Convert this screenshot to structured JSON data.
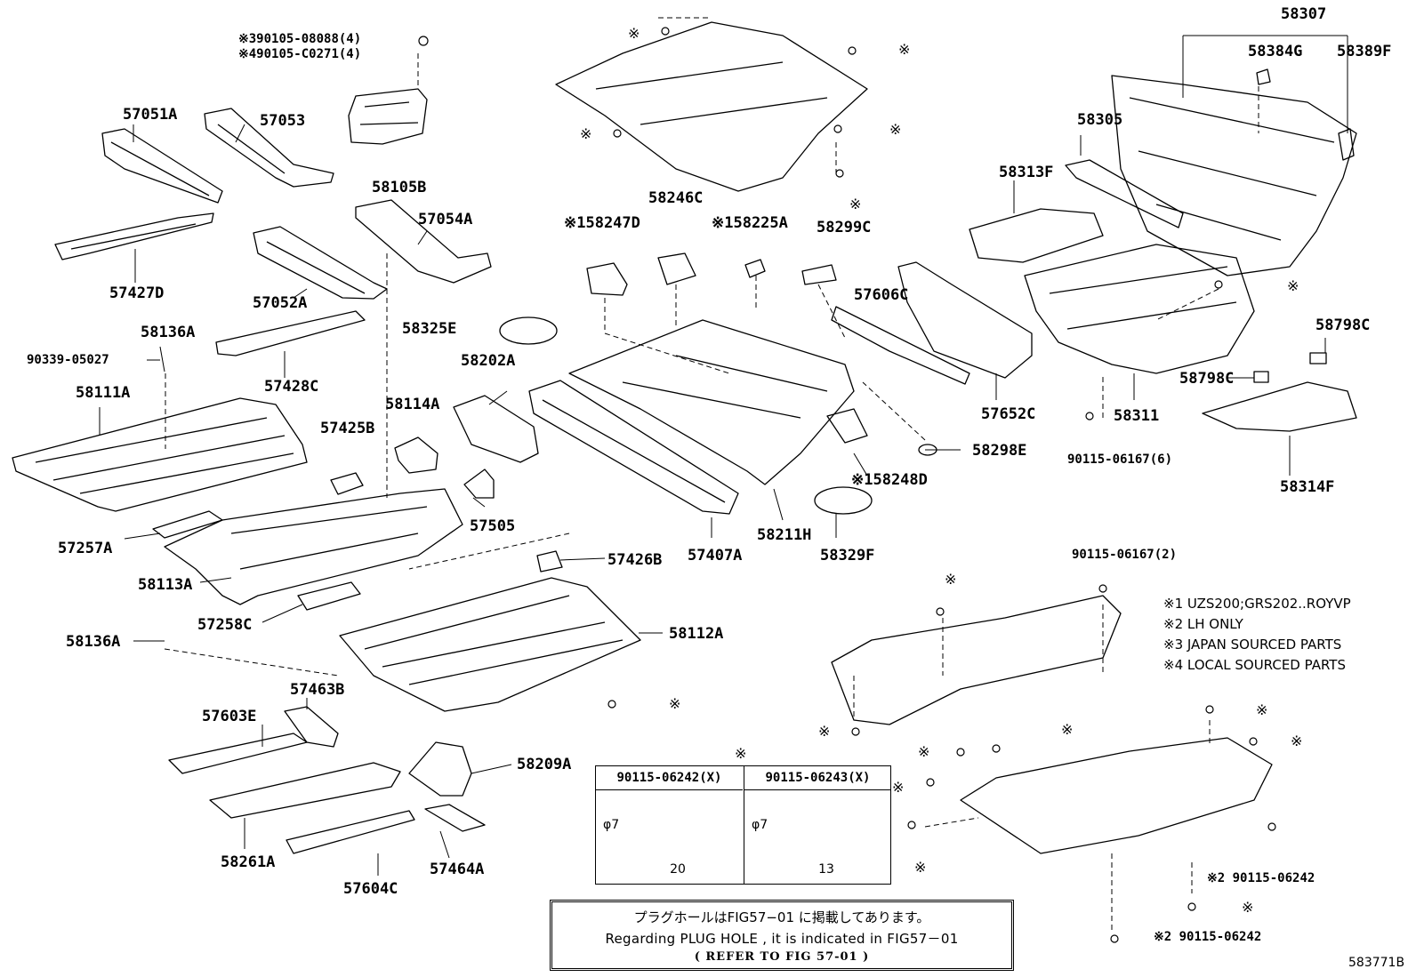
{
  "labels": {
    "p57051A": "57051A",
    "p57053": "57053",
    "p57427D": "57427D",
    "p57052A": "57052A",
    "p57054A": "57054A",
    "p58105B": "58105B",
    "p57428C": "57428C",
    "p58136A_top": "58136A",
    "p90339": "90339-05027",
    "p58111A": "58111A",
    "p57425B": "57425B",
    "p58114A": "58114A",
    "p58202A": "58202A",
    "p58325E": "58325E",
    "p57257A": "57257A",
    "p58113A": "58113A",
    "p57505": "57505",
    "p57258C": "57258C",
    "p58136A_bot": "58136A",
    "p57426B": "57426B",
    "p58112A": "58112A",
    "p57407A": "57407A",
    "p58211H": "58211H",
    "p58329F": "58329F",
    "p58247D": "※158247D",
    "p58246C": "58246C",
    "p58225A": "※158225A",
    "p58299C": "58299C",
    "p57606C": "57606C",
    "p57652C": "57652C",
    "p58298E": "58298E",
    "p58248D": "※158248D",
    "p58307": "58307",
    "p58384G": "58384G",
    "p58389F": "58389F",
    "p58305": "58305",
    "p58313F": "58313F",
    "p58311": "58311",
    "p58798C_a": "58798C",
    "p58798C_b": "58798C",
    "p90115_6": "90115-06167(6)",
    "p58314F": "58314F",
    "p90115_2": "90115-06167(2)",
    "p57463B": "57463B",
    "p57603E": "57603E",
    "p58209A": "58209A",
    "p58261A": "58261A",
    "p57604C": "57604C",
    "p57464A": "57464A",
    "p39010": "※390105-08088(4)",
    "p49010": "※490105-C0271(4)",
    "p90115_06242_a": "※2 90115-06242",
    "p90115_06242_b": "※2 90115-06242"
  },
  "marker": "※",
  "legend": [
    "※1 UZS200;GRS202..ROYVP",
    "※2 LH ONLY",
    "※3 JAPAN SOURCED PARTS",
    "※4 LOCAL SOURCED PARTS"
  ],
  "plug_table": {
    "col1": {
      "part": "90115-06242(X)",
      "dia": "φ7",
      "length": "20"
    },
    "col2": {
      "part": "90115-06243(X)",
      "dia": "φ7",
      "length": "13"
    }
  },
  "note": {
    "jp": "プラグホールはFIG57−01 に掲載してあります。",
    "en": "Regarding  PLUG  HOLE  ,  it  is  indicated  in  FIG57－01",
    "ref": "(  REFER TO FIG 57-01  )"
  },
  "figure_number": "583771B"
}
